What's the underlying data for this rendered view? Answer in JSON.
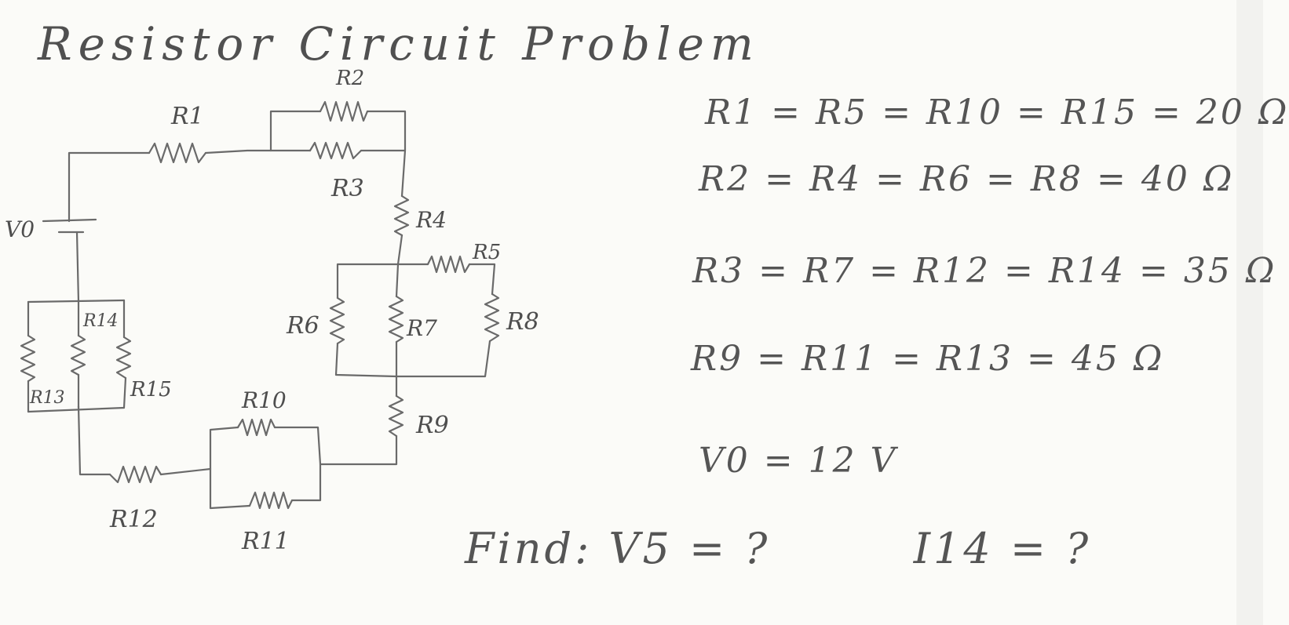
{
  "title": "Resistor Circuit Problem",
  "labels": {
    "R1": "R1",
    "R2": "R2",
    "R3": "R3",
    "R4": "R4",
    "R5": "R5",
    "R6": "R6",
    "R7": "R7",
    "R8": "R8",
    "R9": "R9",
    "R10": "R10",
    "R11": "R11",
    "R12": "R12",
    "R13": "R13",
    "R14": "R14",
    "R15": "R15",
    "V0": "V0"
  },
  "equations": {
    "eq1": "R1 = R5 = R10 = R15 = 20 Ω",
    "eq2": "R2 = R4 = R6 = R8 = 40 Ω",
    "eq3": "R3 = R7 = R12 = R14 = 35 Ω",
    "eq4": "R9 = R11 = R13 = 45 Ω",
    "eq5": "V0 = 12 V"
  },
  "find": {
    "label": "Find:",
    "v5": "V5 = ?",
    "i14": "I14 = ?"
  }
}
